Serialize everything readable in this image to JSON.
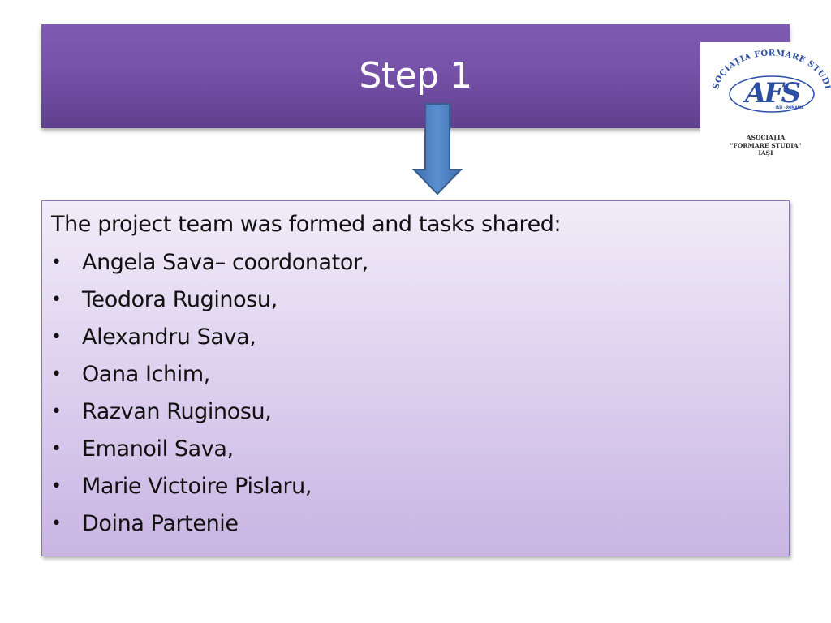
{
  "slide": {
    "title": "Step 1",
    "intro": "The project team was formed and tasks shared:",
    "bullet_glyph": "•",
    "members": [
      "Angela Sava– coordonator,",
      "Teodora Ruginosu,",
      "Alexandru Sava,",
      "Oana Ichim,",
      "Razvan Ruginosu,",
      "Emanoil Sava,",
      "Marie Victoire Pislaru,",
      "Doina Partenie"
    ]
  },
  "logo": {
    "ring_text": "ASOCIAȚIA FORMARE STUDIA",
    "monogram": "AFS",
    "small_text": "IAȘI - ROMANIA",
    "caption_lines": [
      "ASOCIAȚIA",
      "\"FORMARE STUDIA\"",
      "IAȘI"
    ]
  },
  "colors": {
    "title_bar": "#7652a8",
    "arrow_fill": "#4f81bd",
    "arrow_stroke": "#385d8a",
    "content_border": "#8c75b5",
    "logo_blue": "#2b4fa3"
  }
}
